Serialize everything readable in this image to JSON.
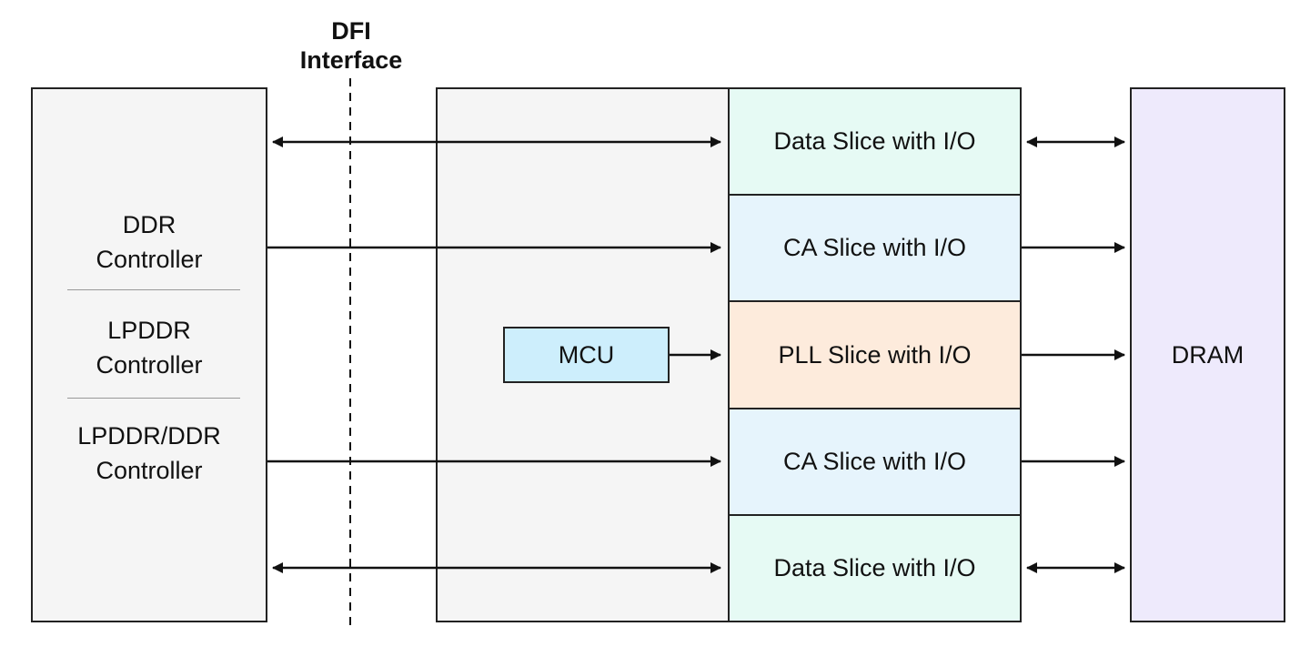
{
  "dfi": {
    "title": "DFI\nInterface"
  },
  "controller": {
    "labels": [
      "DDR\nController",
      "LPDDR\nController",
      "LPDDR/DDR\nController"
    ]
  },
  "phy": {
    "mcu_label": "MCU",
    "slices": [
      {
        "label": "Data Slice with I/O",
        "color": "#e6faf4"
      },
      {
        "label": "CA Slice with I/O",
        "color": "#e6f4fc"
      },
      {
        "label": "PLL Slice with I/O",
        "color": "#fdebdc"
      },
      {
        "label": "CA Slice with I/O",
        "color": "#e6f4fc"
      },
      {
        "label": "Data Slice with I/O",
        "color": "#e6faf4"
      }
    ]
  },
  "dram": {
    "label": "DRAM",
    "color": "#eeeafc"
  },
  "colors": {
    "block_gray": "#f5f5f5",
    "mcu": "#cdeefc",
    "line": "#111111"
  }
}
